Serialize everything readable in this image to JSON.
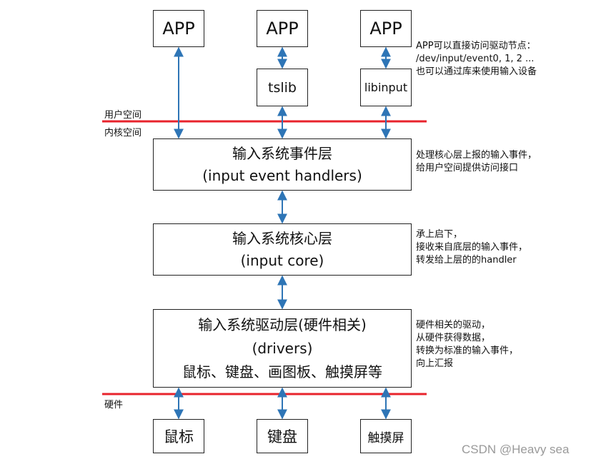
{
  "apps": {
    "app1": "APP",
    "app2": "APP",
    "app3": "APP"
  },
  "libs": {
    "tslib": "tslib",
    "libinput": "libinput"
  },
  "layers": {
    "event_handlers": {
      "line1": "输入系统事件层",
      "line2": "(input event handlers)"
    },
    "core": {
      "line1": "输入系统核心层",
      "line2": "(input core)"
    },
    "drivers": {
      "line1": "输入系统驱动层(硬件相关)",
      "line2": "(drivers)",
      "line3": "鼠标、键盘、画图板、触摸屏等"
    }
  },
  "hardware": {
    "mouse": "鼠标",
    "keyboard": "键盘",
    "touchscreen": "触摸屏"
  },
  "zones": {
    "user_space": "用户空间",
    "kernel_space": "内核空间",
    "hardware": "硬件"
  },
  "notes": {
    "app": [
      "APP可以直接访问驱动节点：",
      "/dev/input/event0, 1, 2 ...",
      "也可以通过库来使用输入设备"
    ],
    "event_layer": [
      "处理核心层上报的输入事件，",
      "给用户空间提供访问接口"
    ],
    "core_layer": [
      "承上启下，",
      "接收来自底层的输入事件，",
      "转发给上层的的handler"
    ],
    "driver_layer": [
      "硬件相关的驱动，",
      "从硬件获得数据，",
      "转换为标准的输入事件，",
      "向上汇报"
    ]
  },
  "colors": {
    "arrow": "#2e75b6",
    "boundary": "#e8232c",
    "border": "#222222"
  },
  "watermark": "CSDN @Heavy sea"
}
